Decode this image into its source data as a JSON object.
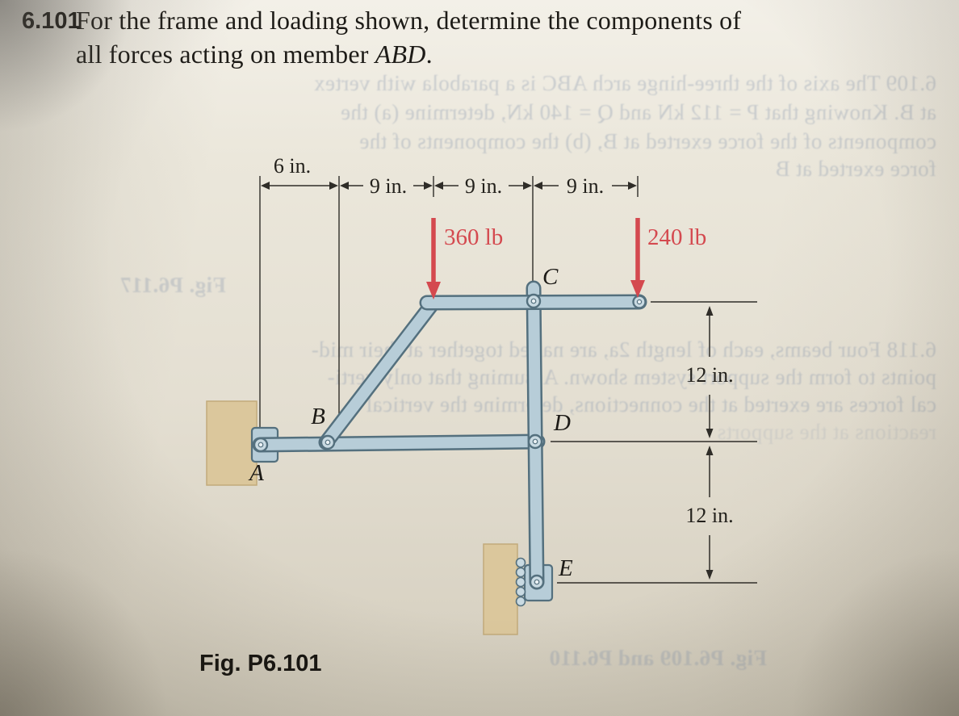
{
  "page": {
    "problem_number": "6.101",
    "problem_text_line1": "For the frame and loading shown, determine the components of",
    "problem_text_line2_pre": "all forces acting on member ",
    "problem_text_member": "ABD",
    "problem_text_line2_post": ".",
    "figure_caption": "Fig. P6.101"
  },
  "diagram": {
    "dim_6in": "6 in.",
    "dim_9in_1": "9 in.",
    "dim_9in_2": "9 in.",
    "dim_9in_3": "9 in.",
    "dim_12in_top": "12 in.",
    "dim_12in_bottom": "12 in.",
    "load_left": "360 lb",
    "load_right": "240 lb",
    "label_A": "A",
    "label_B": "B",
    "label_C": "C",
    "label_D": "D",
    "label_E": "E",
    "colors": {
      "member_fill": "#b7cdd8",
      "member_stroke": "#54707e",
      "pin_fill": "#c9dae2",
      "load_red": "#d4494f",
      "wall_tan": "#dbc79c",
      "line_dark": "#2f2d28"
    }
  },
  "bleedthrough": {
    "lines": [
      "6.109  The axis of the three-hinge arch ABC is a parabola with vertex",
      "at B. Knowing that P = 112 kN and Q = 140 kN, determine (a) the",
      "components of the force exerted at B, (b) the components of the",
      "force exerted at B",
      "Fig. P6.117",
      "6.118  Four beams, each of length 2a, are nailed together at their mid-",
      "points to form the support system shown. Assuming that only verti-",
      "cal forces are exerted at the connections, determine the vertical",
      "reactions at the supports",
      "Fig. P6.109 and P6.110"
    ]
  }
}
